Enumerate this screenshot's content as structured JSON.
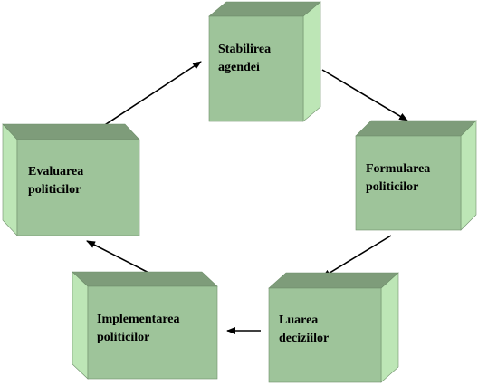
{
  "diagram": {
    "colors": {
      "front": "#9ec49a",
      "top": "#7e9c7a",
      "side": "#bde6b6",
      "side_dark": "#a9d8a2",
      "edge": "#6f8f6b",
      "arrow": "#000000"
    },
    "boxes": [
      {
        "id": "stabilirea-agendei",
        "lines": [
          "Stabilirea",
          "agendei"
        ]
      },
      {
        "id": "formularea-politicilor",
        "lines": [
          "Formularea",
          "politicilor"
        ]
      },
      {
        "id": "luarea-deciziilor",
        "lines": [
          "Luarea",
          "deciziilor"
        ]
      },
      {
        "id": "implementarea-politicilor",
        "lines": [
          "Implementarea",
          "politicilor"
        ]
      },
      {
        "id": "evaluarea-politicilor",
        "lines": [
          "Evaluarea",
          "politicilor"
        ]
      }
    ],
    "connections": [
      {
        "from": "stabilirea-agendei",
        "to": "formularea-politicilor"
      },
      {
        "from": "formularea-politicilor",
        "to": "luarea-deciziilor"
      },
      {
        "from": "luarea-deciziilor",
        "to": "implementarea-politicilor"
      },
      {
        "from": "implementarea-politicilor",
        "to": "evaluarea-politicilor"
      },
      {
        "from": "evaluarea-politicilor",
        "to": "stabilirea-agendei"
      }
    ]
  }
}
